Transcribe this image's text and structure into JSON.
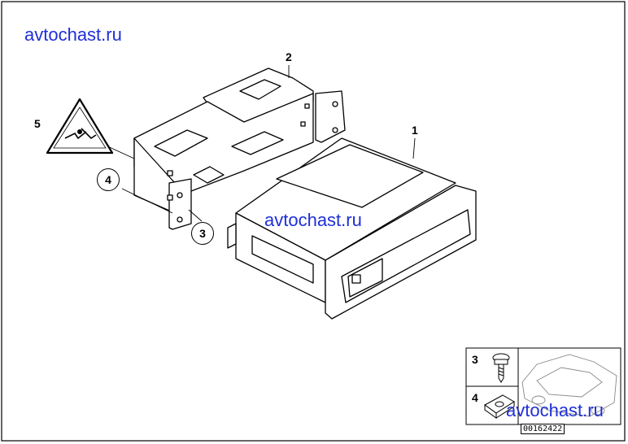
{
  "watermarks": [
    "avtochast.ru",
    "avtochast.ru",
    "avtochast.ru"
  ],
  "callouts": {
    "part1": "1",
    "part2": "2",
    "part3": "3",
    "part4": "4",
    "part5": "5"
  },
  "inset": {
    "row3": "3",
    "row4": "4",
    "part_number": "00162422"
  },
  "colors": {
    "line": "#000000",
    "watermark": "#1f2fd6",
    "background": "#ffffff"
  },
  "icons": {
    "warning": "electric-shock-warning-icon",
    "screw": "screw-icon",
    "clip": "clip-nut-icon",
    "car": "car-outline-icon"
  }
}
